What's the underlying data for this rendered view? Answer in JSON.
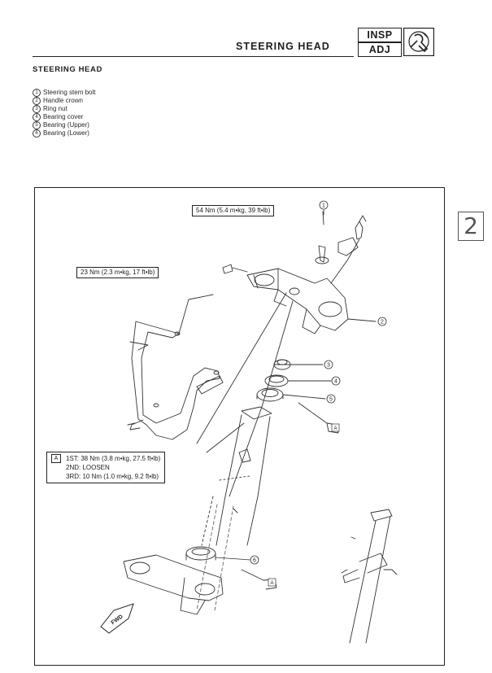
{
  "header": {
    "title": "STEERING HEAD",
    "badge_top": "INSP",
    "badge_bottom": "ADJ",
    "badge_icon": "wrench-icon"
  },
  "section": {
    "title": "STEERING HEAD"
  },
  "legend": [
    {
      "num": "1",
      "label": "Steering stem bolt"
    },
    {
      "num": "2",
      "label": "Handle crown"
    },
    {
      "num": "3",
      "label": "Ring nut"
    },
    {
      "num": "4",
      "label": "Bearing cover"
    },
    {
      "num": "5",
      "label": "Bearing (Upper)"
    },
    {
      "num": "6",
      "label": "Bearing (Lower)"
    }
  ],
  "chapter_tab": "2",
  "diagram": {
    "torque_stem_bolt": "54 Nm (5.4 m•kg, 39 ft•lb)",
    "torque_handle_bolt": "23 Nm (2.3 m•kg, 17 ft•lb)",
    "ring_nut_torque": {
      "tag": "A",
      "steps": [
        "1ST:  38 Nm (3.8 m•kg, 27.5 ft•lb)",
        "2ND:  LOOSEN",
        "3RD:  10 Nm (1.0 m•kg, 9.2 ft•lb)"
      ]
    },
    "callouts": [
      "1",
      "2",
      "3",
      "4",
      "5",
      "6"
    ],
    "fwd_label": "FWD",
    "tool_tag": "A"
  }
}
